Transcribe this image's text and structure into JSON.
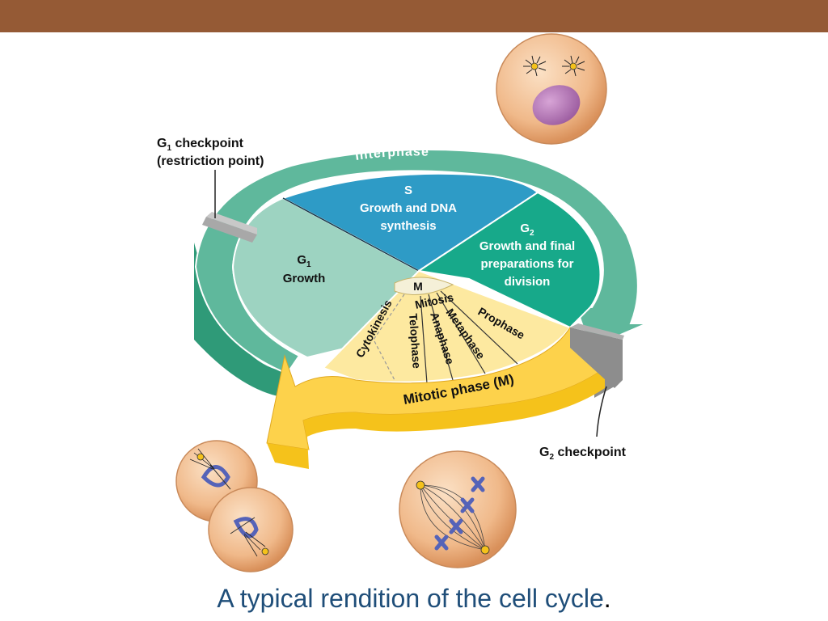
{
  "header_color": "#955a35",
  "colors": {
    "ring": "#5fb89c",
    "ring_side": "#2f9a78",
    "s_phase": "#2e9bc6",
    "g1_phase": "#9dd3c1",
    "g2_phase": "#17a98a",
    "m_phase": "#fde9a0",
    "m_arrow": "#fdd24b",
    "checkpoint": "#8d8d8d",
    "cell": "#f0b98a",
    "nucleus": "#b879bb",
    "chromosome": "#5563b8",
    "caption": "#1f4e79"
  },
  "diagram": {
    "ring_label": "Interphase",
    "s": {
      "title": "S",
      "line1": "Growth and DNA",
      "line2": "synthesis"
    },
    "g1": {
      "title": "G",
      "sub": "1",
      "line1": "Growth"
    },
    "g2": {
      "title": "G",
      "sub": "2",
      "line1": "Growth and final",
      "line2": "preparations for",
      "line3": "division"
    },
    "m": {
      "title": "M",
      "mitosis": "Mitosis"
    },
    "mitotic_phases": [
      "Prophase",
      "Metaphase",
      "Anaphase",
      "Telophase"
    ],
    "cytokinesis": "Cytokinesis",
    "mitotic_arrow_label": "Mitotic phase (M)",
    "g1_checkpoint": {
      "prefix": "G",
      "sub": "1",
      "line1": " checkpoint",
      "line2": "(restriction point)"
    },
    "g2_checkpoint": {
      "prefix": "G",
      "sub": "2",
      "line1": " checkpoint"
    }
  },
  "caption": {
    "text": "A typical rendition of the cell cycle",
    "end": "."
  }
}
